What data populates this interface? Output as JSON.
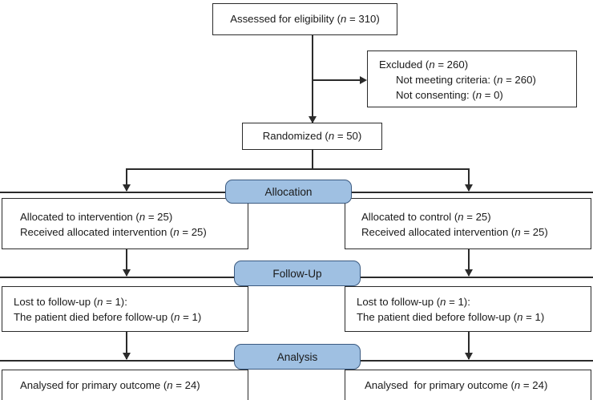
{
  "diagram": {
    "title": "CONSORT participant flow diagram",
    "accent_color": "#9fc0e2",
    "accent_border_color": "#3b5a80",
    "line_color": "#2b2b2b",
    "background_color": "#ffffff"
  },
  "nodes": {
    "assessed": {
      "label": "Assessed for eligibility (n = 310)",
      "pre": "Assessed for eligibility (",
      "var": "n",
      "post": " = 310)"
    },
    "excluded": {
      "line1_pre": "Excluded (",
      "line1_var": "n",
      "line1_post": " = 260)",
      "line2_pre": "Not meeting criteria: (",
      "line2_var": "n",
      "line2_post": " = 260)",
      "line3_pre": "Not consenting: (",
      "line3_var": "n",
      "line3_post": " = 0)"
    },
    "randomized": {
      "pre": "Randomized (",
      "var": "n",
      "post": " = 50)"
    },
    "allocation_left": {
      "line1_pre": "Allocated to intervention (",
      "line1_var": "n",
      "line1_post": " = 25)",
      "line2_pre": "Received allocated intervention (",
      "line2_var": "n",
      "line2_post": " = 25)"
    },
    "allocation_right": {
      "line1_pre": "Allocated to control (",
      "line1_var": "n",
      "line1_post": " = 25)",
      "line2_pre": "Received allocated intervention (",
      "line2_var": "n",
      "line2_post": " = 25)"
    },
    "followup_left": {
      "line1_pre": "Lost to follow-up (",
      "line1_var": "n",
      "line1_post": " = 1):",
      "line2_pre": "The patient died before follow-up (",
      "line2_var": "n",
      "line2_post": " = 1)"
    },
    "followup_right": {
      "line1_pre": "Lost to follow-up (",
      "line1_var": "n",
      "line1_post": " = 1):",
      "line2_pre": "The patient died before follow-up (",
      "line2_var": "n",
      "line2_post": " = 1)"
    },
    "analysis_left": {
      "pre": "Analysed for primary outcome (",
      "var": "n",
      "post": " = 24)"
    },
    "analysis_right": {
      "pre": "Analysed  for primary outcome (",
      "var": "n",
      "post": " = 24)"
    }
  },
  "stage_labels": {
    "allocation": "Allocation",
    "followup": "Follow-Up",
    "analysis": "Analysis"
  }
}
